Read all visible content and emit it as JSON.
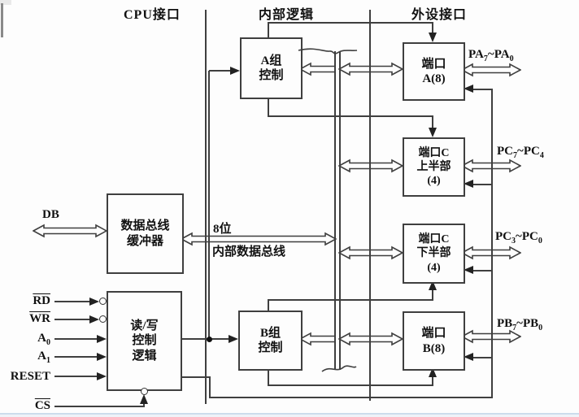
{
  "section_headers": {
    "cpu": "CPU接口",
    "internal": "内部逻辑",
    "peripheral": "外设接口"
  },
  "blocks": {
    "group_a": {
      "l1": "A组",
      "l2": "控制"
    },
    "port_a": {
      "l1": "端口",
      "l2": "A(8)"
    },
    "port_c_upper": {
      "l1": "端口C",
      "l2": "上半部",
      "l3": "(4)"
    },
    "port_c_lower": {
      "l1": "端口C",
      "l2": "下半部",
      "l3": "(4)"
    },
    "port_b": {
      "l1": "端口",
      "l2": "B(8)"
    },
    "group_b": {
      "l1": "B组",
      "l2": "控制"
    },
    "buffer": {
      "l1": "数据总线",
      "l2": "缓冲器"
    },
    "rw_logic": {
      "l1": "读/写",
      "l2": "控制",
      "l3": "逻辑"
    }
  },
  "bus": {
    "width_label": "8位",
    "name_label": "内部数据总线"
  },
  "cpu_signals": {
    "db": "DB",
    "rd": "RD",
    "wr": "WR",
    "a0": {
      "base": "A",
      "sub": "0"
    },
    "a1": {
      "base": "A",
      "sub": "1"
    },
    "reset": "RESET",
    "cs": "CS"
  },
  "port_signals": {
    "pa": {
      "b1": "PA",
      "s1": "7",
      "t": "~",
      "b2": "PA",
      "s2": "0"
    },
    "pc_upper": {
      "b1": "PC",
      "s1": "7",
      "t": "~",
      "b2": "PC",
      "s2": "4"
    },
    "pc_lower": {
      "b1": "PC",
      "s1": "3",
      "t": "~",
      "b2": "PC",
      "s2": "0"
    },
    "pb": {
      "b1": "PB",
      "s1": "7",
      "t": "~",
      "b2": "PB",
      "s2": "0"
    }
  },
  "colors": {
    "line": "#3f3f3f",
    "text": "#111111",
    "background": "#fdfdfd",
    "footer_line": "#ccdcec"
  }
}
